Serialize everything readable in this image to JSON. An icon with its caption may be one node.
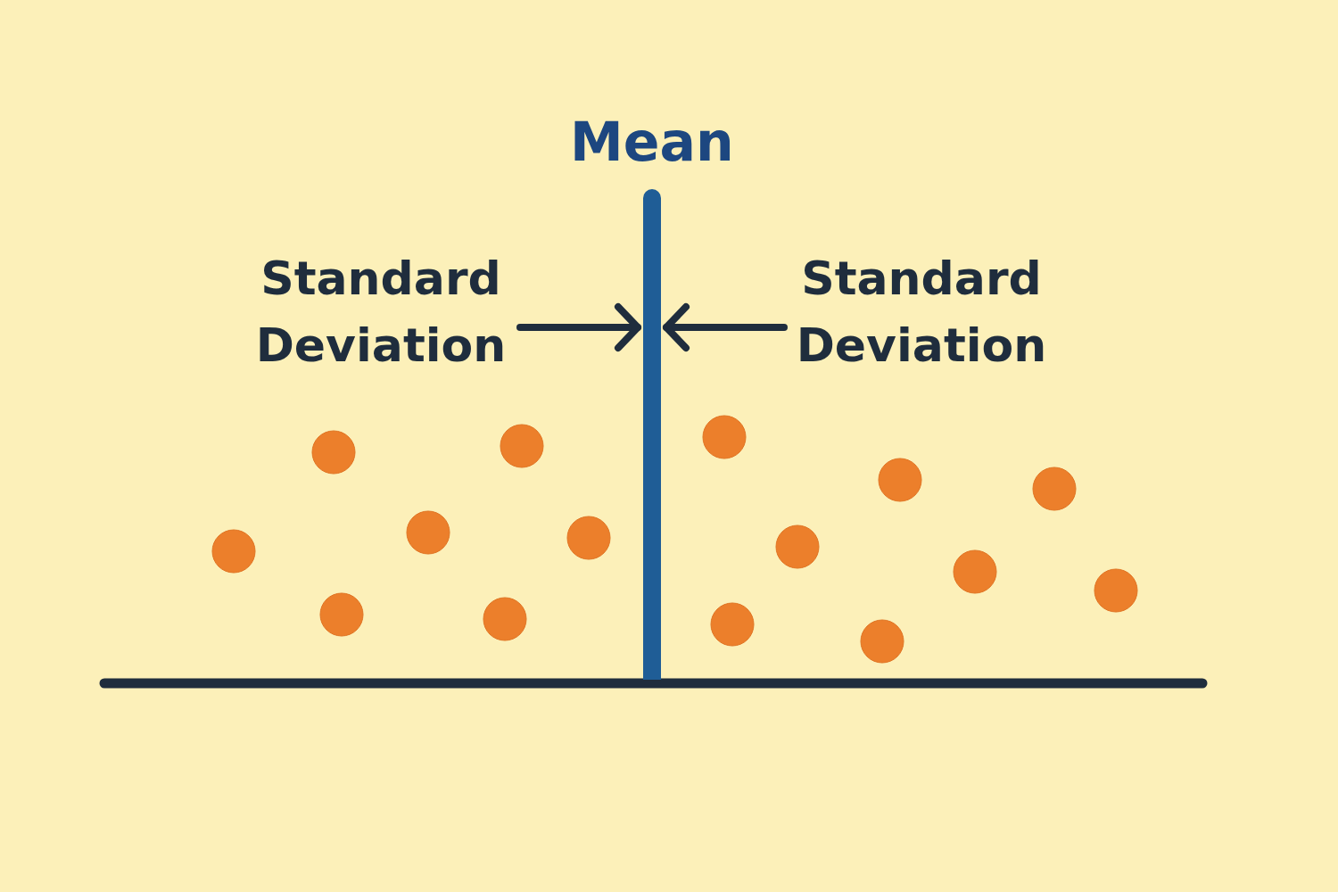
{
  "diagram": {
    "nodes": [
      {
        "text": [
          "Standard Deviation"
        ]
      },
      {
        "text": [],
        "shape": "bar",
        "beside": [
          "Mean"
        ]
      },
      {
        "text": [
          "Standard Deviation"
        ]
      }
    ],
    "edges": [
      {
        "from": 0,
        "to": 1,
        "arrow": "to"
      },
      {
        "from": 2,
        "to": 1,
        "arrow": "to"
      }
    ]
  }
}
